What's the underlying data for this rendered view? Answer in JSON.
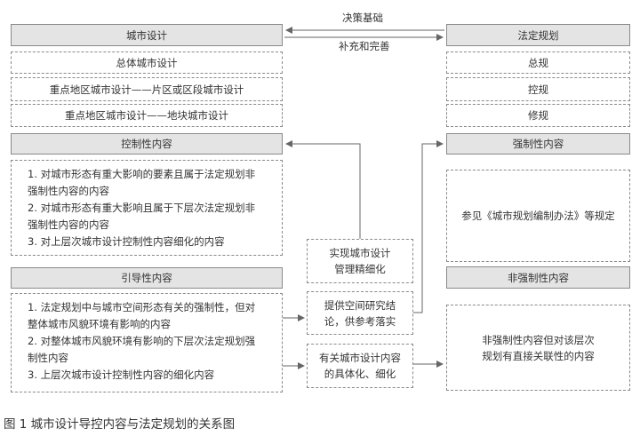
{
  "header": {
    "left_title": "城市设计",
    "right_title": "法定规划",
    "arrow_top_label": "决策基础",
    "arrow_bottom_label": "补充和完善"
  },
  "levels": [
    {
      "left": "总体城市设计",
      "right": "总规"
    },
    {
      "left": "重点地区城市设计——片区或区段城市设计",
      "right": "控规"
    },
    {
      "left": "重点地区城市设计——地块城市设计",
      "right": "修规"
    }
  ],
  "control": {
    "title": "控制性内容",
    "items": [
      "1. 对城市形态有重大影响的要素且属于法定规划非",
      "强制性内容的内容",
      "2. 对城市形态有重大影响且属于下层次法定规划非",
      "强制性内容的内容",
      "3. 对上层次城市设计控制性内容细化的内容"
    ]
  },
  "guide": {
    "title": "引导性内容",
    "items": [
      "1. 法定规划中与城市空间形态有关的强制性，但对",
      "整体城市风貌环境有影响的内容",
      "2. 对整体城市风貌环境有影响的下层次法定规划强",
      "制性内容",
      "3. 上层次城市设计控制性内容的细化内容"
    ]
  },
  "middle": {
    "box1": [
      "实现城市设计",
      "管理精细化"
    ],
    "box2": [
      "提供空间研究结",
      "论，供参考落实"
    ],
    "box3": [
      "有关城市设计内容",
      "的具体化、细化"
    ]
  },
  "right": {
    "mandatory_title": "强制性内容",
    "mandatory_text": "参见《城市规划编制办法》等规定",
    "nonmandatory_title": "非强制性内容",
    "nonmandatory_text": [
      "非强制性内容但对该层次",
      "规划有直接关联性的内容"
    ]
  },
  "caption": "图 1  城市设计导控内容与法定规划的关系图"
}
